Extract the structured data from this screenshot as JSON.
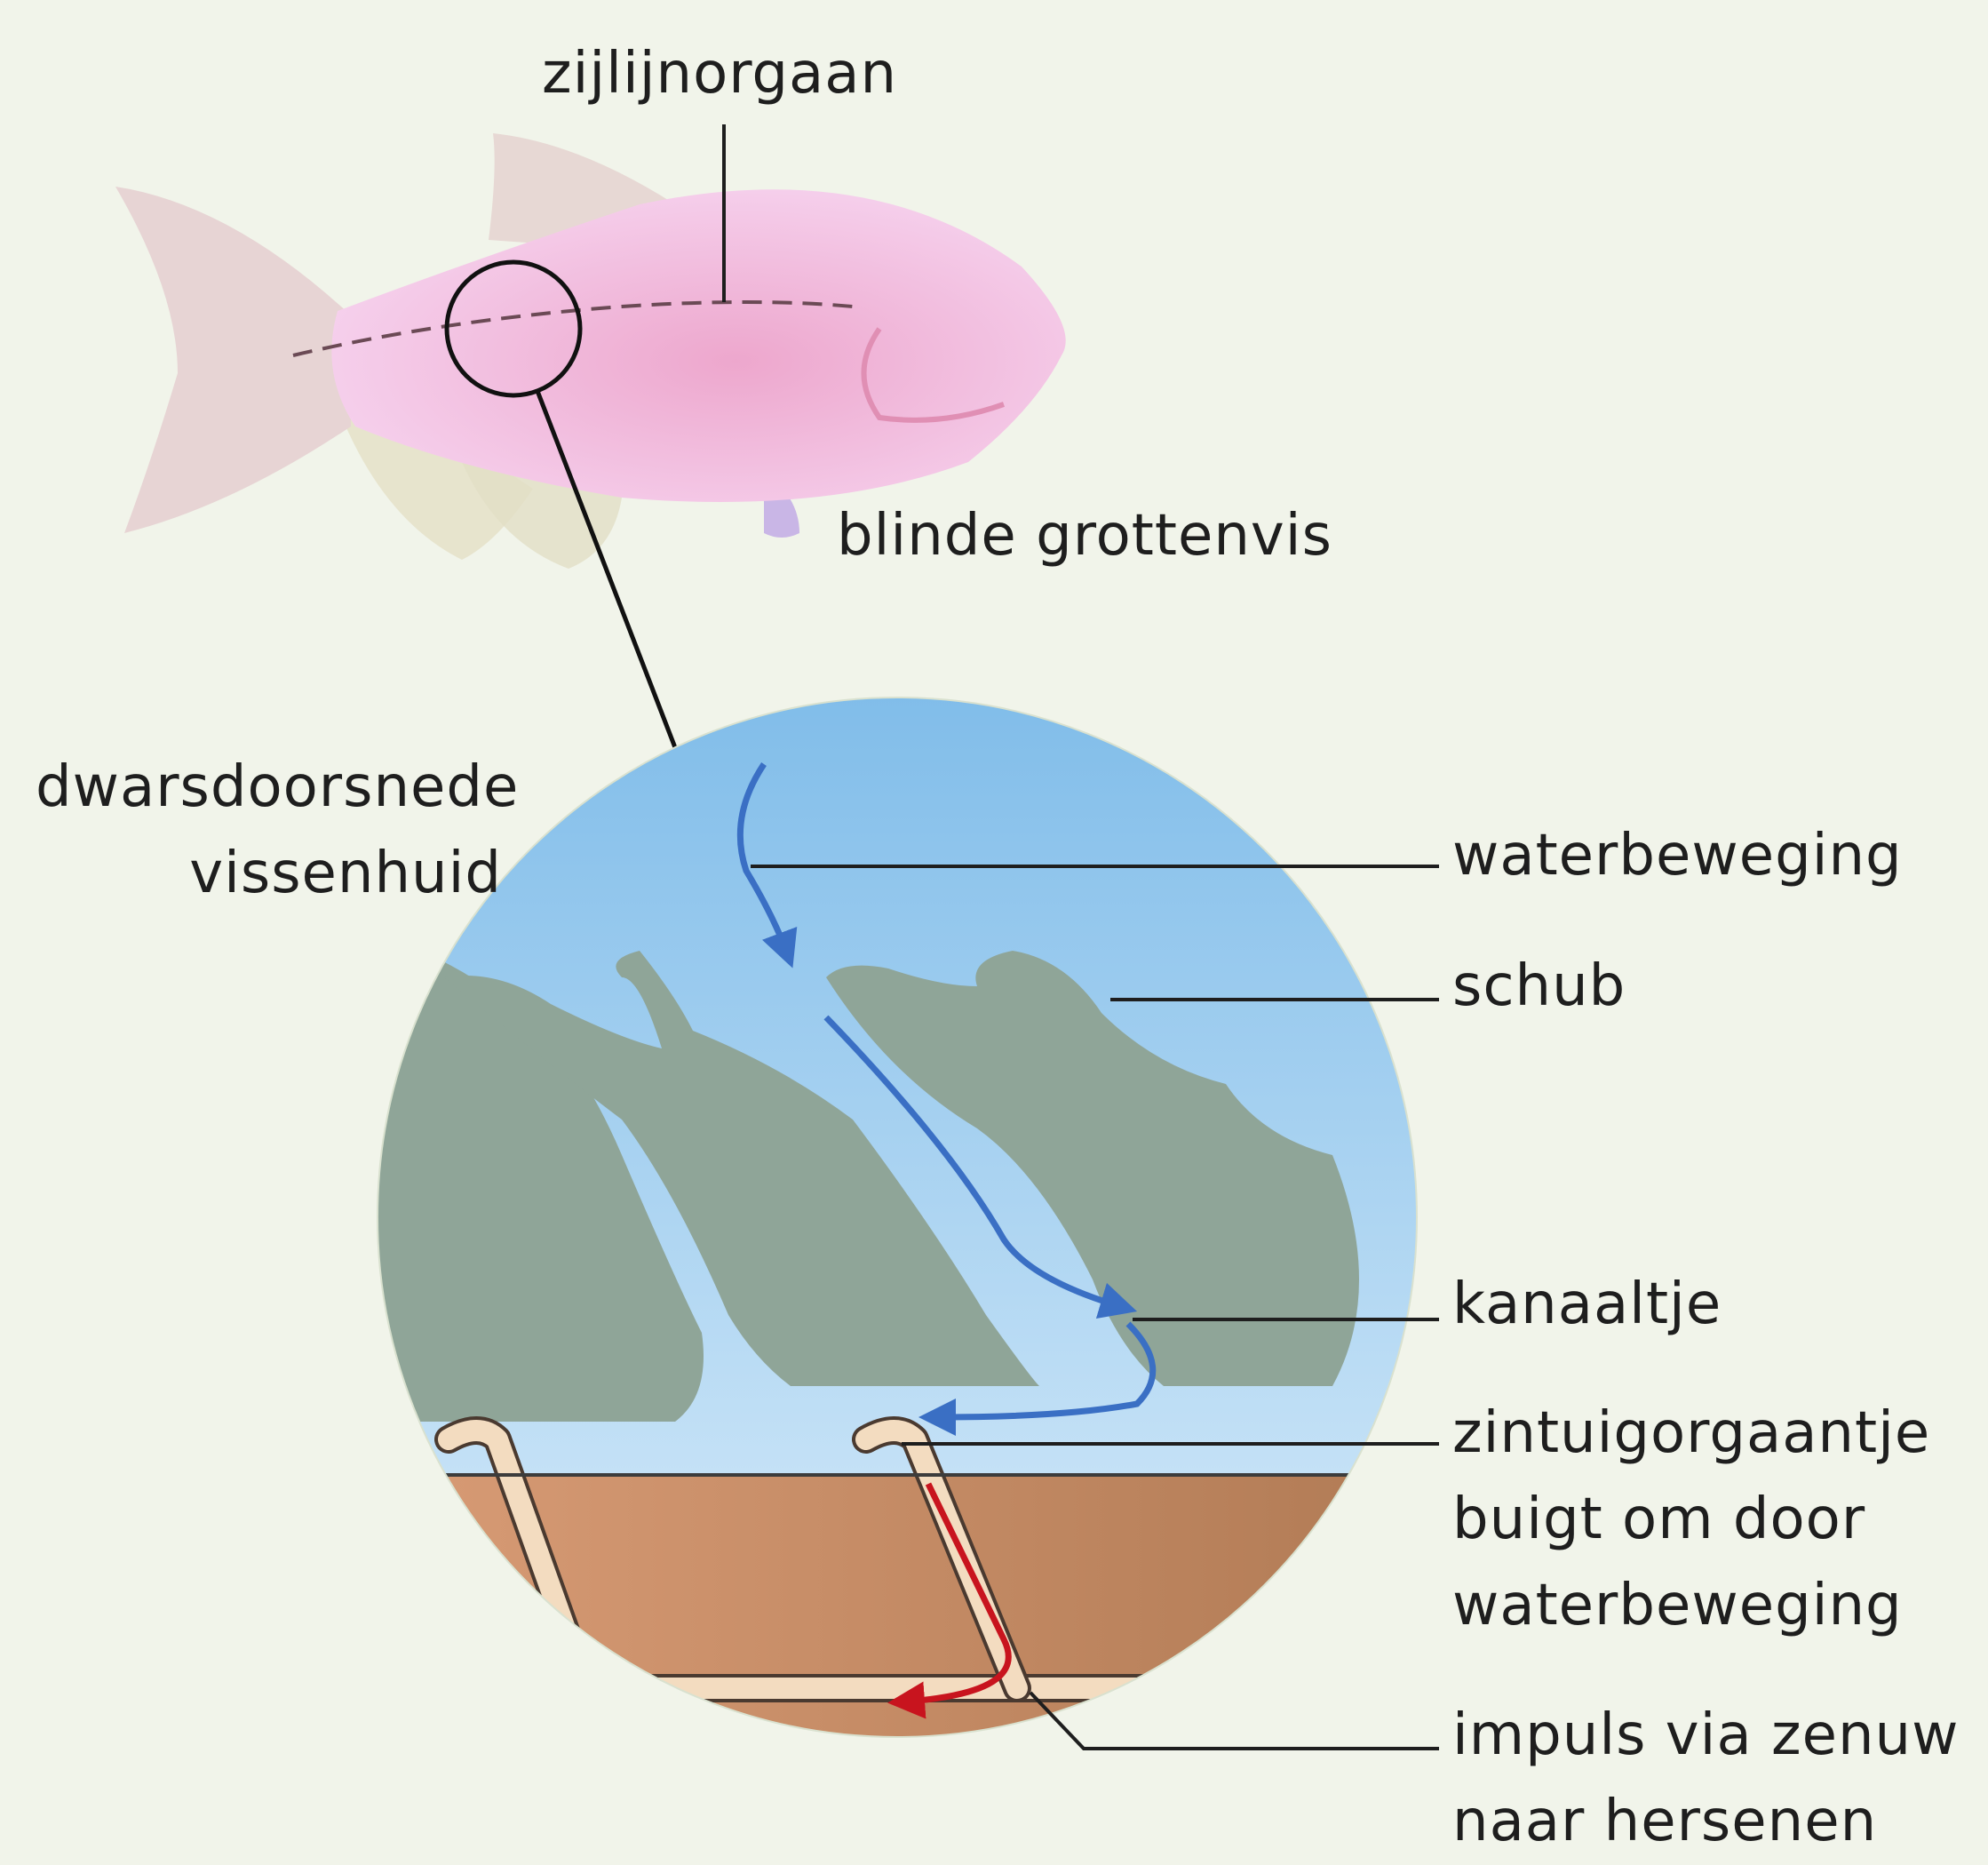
{
  "labels": {
    "lateral_line": "zijlijnorgaan",
    "fish_name": "blinde grottenvis",
    "cross_section": [
      "dwarsdoorsnede",
      "vissenhuid"
    ],
    "water_movement": "waterbeweging",
    "scale": "schub",
    "canal": "kanaaltje",
    "sense_organ": [
      "zintuigorgaantje",
      "buigt om door",
      "waterbeweging"
    ],
    "impulse": [
      "impuls via zenuw",
      "naar hersenen"
    ]
  },
  "colors": {
    "background": "#f1f4ea",
    "fish_body": "#f3c5e8",
    "water": "#9ccfef",
    "scale": "#8fa598",
    "skin": "#c98a64",
    "nerve": "#f3dcc0",
    "water_arrow": "#3a6fc4",
    "impulse_arrow": "#c8141e"
  }
}
